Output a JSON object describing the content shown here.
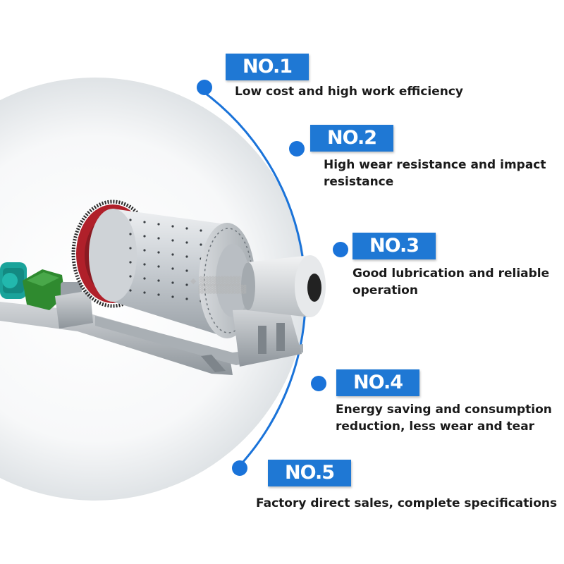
{
  "features": [
    {
      "number": "NO.1",
      "text": "Low cost and high work efficiency"
    },
    {
      "number": "NO.2",
      "text": "High wear resistance and impact resistance"
    },
    {
      "number": "NO.3",
      "text": "Good lubrication and reliable operation"
    },
    {
      "number": "NO.4",
      "text": "Energy saving and consumption reduction, less wear and tear"
    },
    {
      "number": "NO.5",
      "text": "Factory direct sales, complete specifications"
    }
  ],
  "colors": {
    "accent": "#1f78d4",
    "dot": "#1a73d9",
    "text": "#1a1a1a",
    "mill_body": "#c9ced3",
    "gear_ring": "#b0202a",
    "motor": "#1aa39a",
    "reducer": "#2f8a2f"
  },
  "icons": {
    "machine": "ball-mill-illustration",
    "dot": "timeline-dot-icon",
    "arc": "timeline-arc"
  }
}
